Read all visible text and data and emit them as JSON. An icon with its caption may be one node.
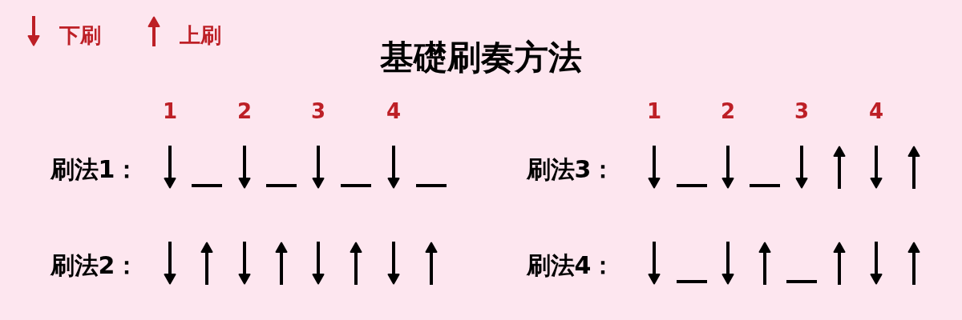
{
  "diagram": {
    "title": "基礎刷奏方法",
    "labels": [
      "1",
      "2",
      "3",
      "4",
      "1",
      "2",
      "3",
      "4",
      "刷法1：",
      "刷法3：",
      "刷法2：",
      "刷法4："
    ],
    "legend": [
      {
        "text": "下刷"
      },
      {
        "text": "上刷"
      }
    ]
  }
}
